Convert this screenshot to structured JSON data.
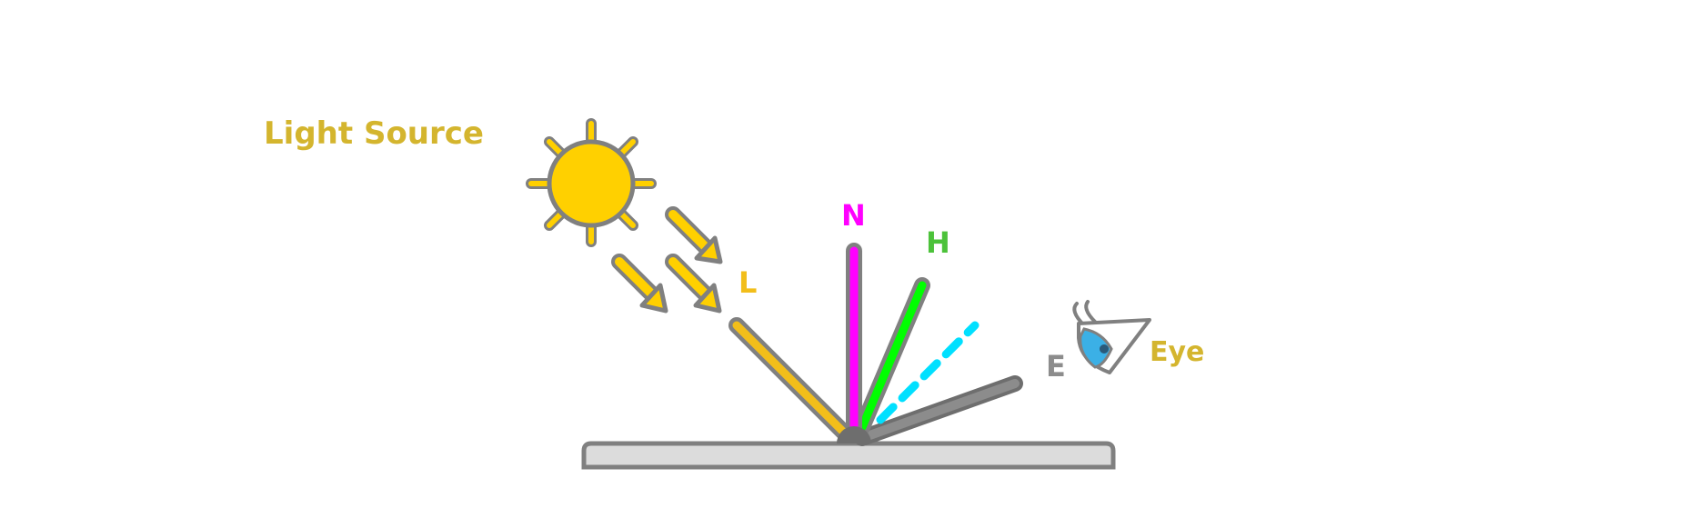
{
  "labels": {
    "light_source": "Light Source",
    "light_vector": "L",
    "normal_vector": "N",
    "halfway_vector": "H",
    "eye_vector": "E",
    "eye": "Eye"
  },
  "colors": {
    "sun_fill": "#FFD000",
    "outline": "#808080",
    "light_label": "#D4B52E",
    "light_vector": "#F2BE1A",
    "normal": "#FF00FF",
    "halfway": "#00FF00",
    "halfway_label": "#4CC23A",
    "reflection": "#00E0FF",
    "eye_vector": "#888888",
    "eye_label": "#D4B52E",
    "iris": "#3BB0E6",
    "surface": "#DCDCDC"
  },
  "icons": {
    "sun": "sun-icon",
    "eye": "eye-icon"
  }
}
